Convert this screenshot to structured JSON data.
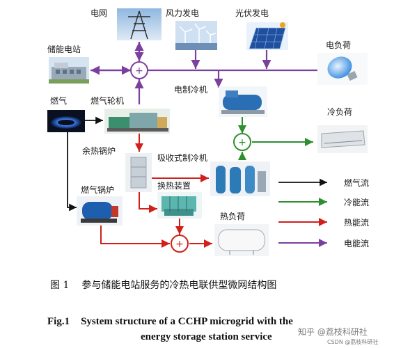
{
  "nodes": {
    "grid": "电网",
    "wind": "风力发电",
    "pv": "光伏发电",
    "storage": "储能电站",
    "elec_load": "电负荷",
    "gas": "燃气",
    "gas_turbine": "燃气轮机",
    "elec_chiller": "电制冷机",
    "cool_load": "冷负荷",
    "waste_heat_boiler": "余热锅炉",
    "absorption_chiller": "吸收式制冷机",
    "heat_exchanger": "换热装置",
    "gas_boiler": "燃气锅炉",
    "heat_load": "热负荷"
  },
  "legend": [
    {
      "label": "燃气流",
      "color": "#111111"
    },
    {
      "label": "冷能流",
      "color": "#2f8f2f"
    },
    {
      "label": "热能流",
      "color": "#d0201a"
    },
    {
      "label": "电能流",
      "color": "#7b3f9e"
    }
  ],
  "colors": {
    "gas_flow": "#111111",
    "cold_flow": "#2f8f2f",
    "heat_flow": "#d0201a",
    "elec_flow": "#7b3f9e"
  },
  "caption": {
    "zh_num": "图 1",
    "zh_text": "参与储能电站服务的冷热电联供型微网结构图",
    "en_num": "Fig.1",
    "en_line1": "System structure of a CCHP microgrid with the",
    "en_line2": "energy storage station service"
  },
  "watermark": {
    "main": "知乎 @荔枝科研社",
    "sub": "CSDN @荔枝科研社"
  }
}
